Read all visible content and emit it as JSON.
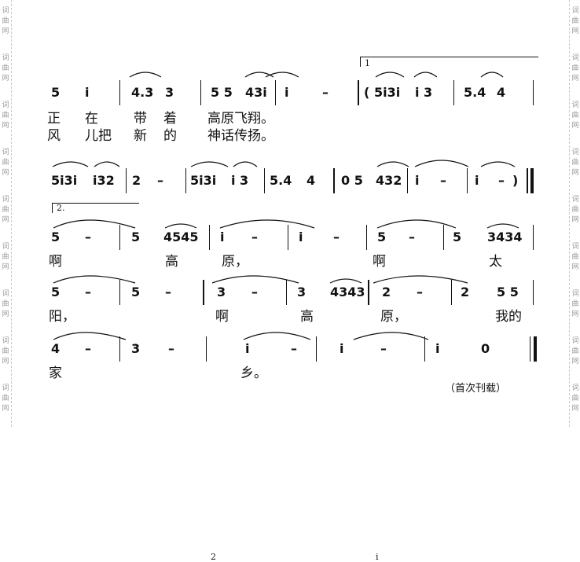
{
  "watermark": {
    "chars": [
      "词",
      "曲",
      "网",
      "词",
      "曲",
      "网",
      "词",
      "曲",
      "网",
      "词",
      "曲",
      "网",
      "词",
      "曲",
      "网",
      "词",
      "曲",
      "网",
      "词",
      "曲",
      "网",
      "词",
      "曲",
      "网",
      "词",
      "曲",
      "网"
    ]
  },
  "score": {
    "system1": [
      "5",
      "i",
      "4.3",
      "3",
      "5 5",
      "43i",
      "i",
      "–",
      "5i3i",
      "i 3",
      "5.4",
      "4"
    ],
    "volta1": "1",
    "lyrics1": [
      "正",
      "在",
      "带",
      "着",
      "高原飞翔。"
    ],
    "lyrics2": [
      "风",
      "儿把",
      "新",
      "的",
      "神话传扬。"
    ],
    "system2": [
      "5i3i",
      "i32",
      "2",
      "–",
      "5i3i",
      "i 3",
      "5.4",
      "4",
      "0 5",
      "432",
      "i",
      "–",
      "i",
      "–",
      ")"
    ],
    "volta2": "2.",
    "system3": [
      "5",
      "–",
      "5",
      "4545",
      "i",
      "–",
      "i",
      "–",
      "5",
      "–",
      "5",
      "3434"
    ],
    "lyrics3": [
      "啊",
      "高",
      "原，",
      "啊",
      "太"
    ],
    "system4": [
      "5",
      "–",
      "5",
      "–",
      "3",
      "–",
      "3",
      "4343",
      "2",
      "–",
      "2",
      "5 5"
    ],
    "grace4": [
      "2",
      "i"
    ],
    "lyrics4": [
      "阳，",
      "啊",
      "高",
      "原，",
      "我的"
    ],
    "system5": [
      "4",
      "–",
      "3",
      "–",
      "i",
      "–",
      "i",
      "–",
      "i",
      "0"
    ],
    "lyrics5": [
      "家",
      "乡。"
    ],
    "note": "（首次刊载）"
  }
}
